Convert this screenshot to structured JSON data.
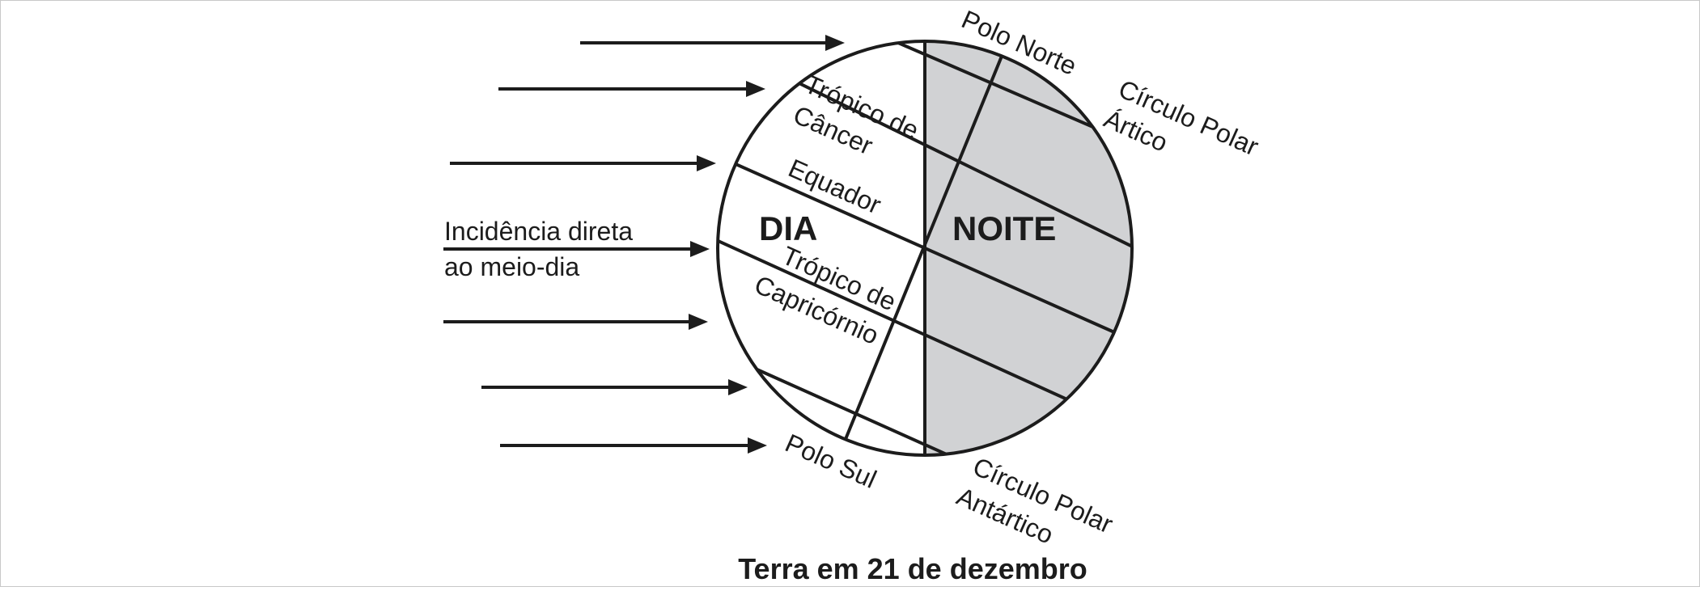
{
  "diagram": {
    "caption": "Terra em 21 de dezembro",
    "incidence_label_line1": "Incidência direta",
    "incidence_label_line2": "ao meio-dia",
    "day_label": "DIA",
    "night_label": "NOITE",
    "north_pole_label": "Polo Norte",
    "south_pole_label": "Polo Sul",
    "arctic_circle_line1": "Círculo Polar",
    "arctic_circle_line2": "Ártico",
    "antarctic_circle_line1": "Círculo Polar",
    "antarctic_circle_line2": "Antártico",
    "cancer_line1": "Trópico de",
    "cancer_line2": "Câncer",
    "equator_label": "Equador",
    "capricorn_line1": "Trópico de",
    "capricorn_line2": "Capricórnio",
    "colors": {
      "line": "#1c1c1c",
      "night_fill": "#d1d2d4",
      "day_fill": "#ffffff"
    }
  }
}
